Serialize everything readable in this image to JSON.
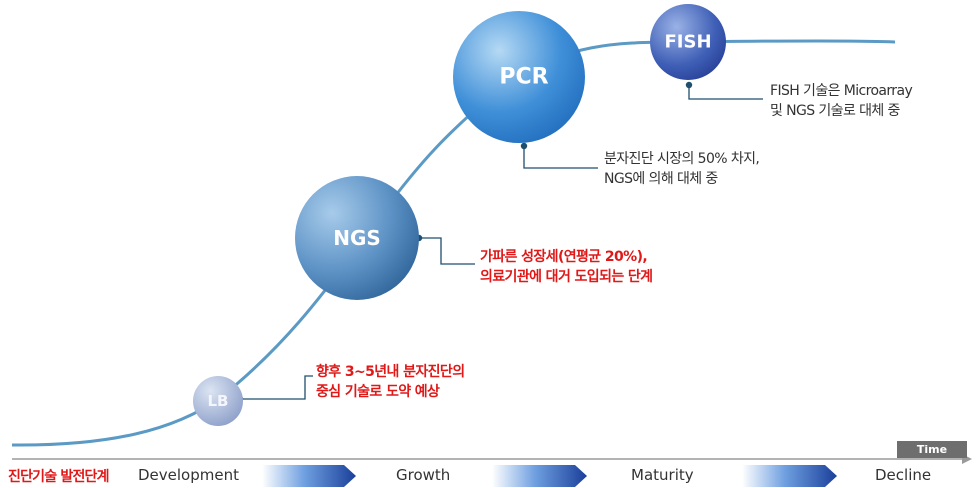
{
  "bubbles": {
    "lb": {
      "label": "LB"
    },
    "ngs": {
      "label": "NGS"
    },
    "pcr": {
      "label": "PCR"
    },
    "fish": {
      "label": "FISH"
    }
  },
  "notes": {
    "lb": {
      "line1": "향후 3~5년내 분자진단의",
      "line2": "중심 기술로 도약 예상"
    },
    "ngs": {
      "line1": "가파른 성장세(연평균 20%),",
      "line2": "의료기관에 대거 도입되는 단계"
    },
    "pcr": {
      "line1": "분자진단 시장의 50% 차지,",
      "line2": "NGS에 의해 대체 중"
    },
    "fish": {
      "line1": "FISH 기술은 Microarray",
      "line2": "및 NGS 기술로 대체 중"
    }
  },
  "axis": {
    "time_label": "Time",
    "phase_label": "진단기술 발전단계",
    "stages": [
      "Development",
      "Growth",
      "Maturity",
      "Decline"
    ]
  },
  "colors": {
    "curve": "#5b9ac4",
    "leader": "#1f4f6e",
    "highlight": "#e01818",
    "arrow_dark": "#1a3f9a"
  }
}
